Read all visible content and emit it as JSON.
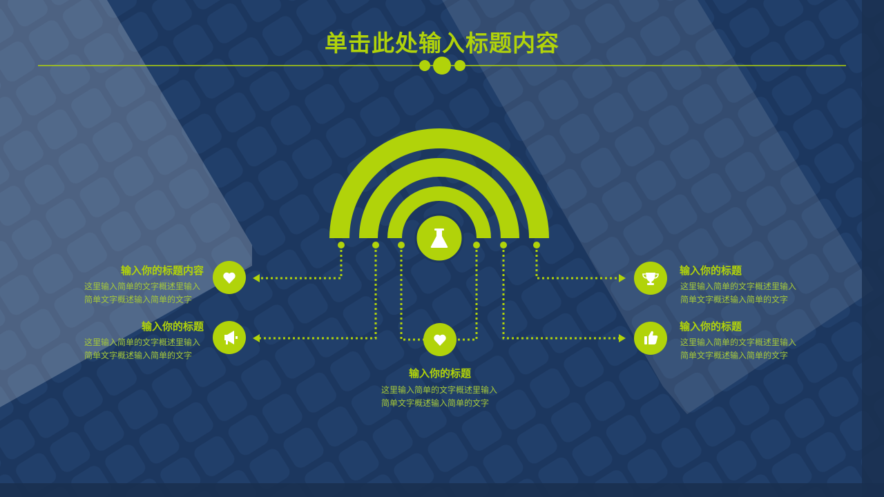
{
  "slide": {
    "title": "单击此处输入标题内容",
    "accent_color": "#b1d30a",
    "background_color": "#1c375f"
  },
  "center": {
    "icon": "flask-icon"
  },
  "items": [
    {
      "icon": "heart-icon",
      "title": "输入你的标题内容",
      "desc_line1": "这里输入简单的文字概述里输入",
      "desc_line2": "简单文字概述输入简单的文字"
    },
    {
      "icon": "megaphone-icon",
      "title": "输入你的标题",
      "desc_line1": "这里输入简单的文字概述里输入",
      "desc_line2": "简单文字概述输入简单的文字"
    },
    {
      "icon": "heart-icon",
      "title": "输入你的标题",
      "desc_line1": "这里输入简单的文字概述里输入",
      "desc_line2": "简单文字概述输入简单的文字"
    },
    {
      "icon": "trophy-icon",
      "title": "输入你的标题",
      "desc_line1": "这里输入简单的文字概述里输入",
      "desc_line2": "简单文字概述输入简单的文字"
    },
    {
      "icon": "thumbs-up-icon",
      "title": "输入你的标题",
      "desc_line1": "这里输入简单的文字概述里输入",
      "desc_line2": "简单文字概述输入简单的文字"
    }
  ]
}
